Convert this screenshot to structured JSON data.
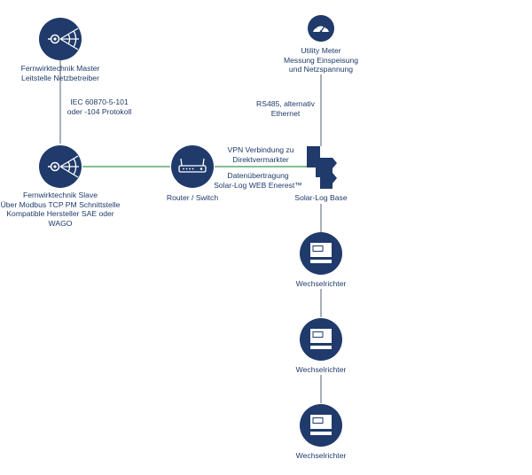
{
  "colors": {
    "node_fill": "#1f3a6b",
    "node_accent": "#ffffff",
    "line_dark": "#7f8590",
    "line_green": "#3a9a55",
    "text": "#1f3a6b"
  },
  "nodes": {
    "master": {
      "icon": "antenna-dish-icon",
      "lines": [
        "Fernwirktechnik Master",
        "Leitstelle Netzbetreiber"
      ]
    },
    "slave": {
      "icon": "antenna-dish-icon",
      "lines": [
        "Fernwirktechnik Slave",
        "Über Modbus TCP PM Schnittstelle",
        "Kompatible Hersteller SAE oder",
        "WAGO"
      ]
    },
    "router": {
      "icon": "router-icon",
      "lines": [
        "Router / Switch"
      ]
    },
    "meter": {
      "icon": "gauge-icon",
      "lines": [
        "Utility Meter",
        "Messung Einspeisung",
        "und Netzspannung"
      ]
    },
    "base": {
      "icon": "solar-log-logo-icon",
      "lines": [
        "Solar-Log Base"
      ]
    },
    "inverters": [
      {
        "icon": "inverter-icon",
        "label": "Wechselrichter"
      },
      {
        "icon": "inverter-icon",
        "label": "Wechselrichter"
      },
      {
        "icon": "inverter-icon",
        "label": "Wechselrichter"
      }
    ]
  },
  "edges": {
    "protocol": [
      "IEC 60870-5-101",
      "oder -104 Protokoll"
    ],
    "rs485": [
      "RS485, alternativ",
      "Ethernet"
    ],
    "vpn": [
      "VPN Verbindung zu",
      "Direktvermarkter"
    ],
    "web": [
      "Datenübertragung",
      "Solar-Log WEB Enerest™"
    ]
  }
}
